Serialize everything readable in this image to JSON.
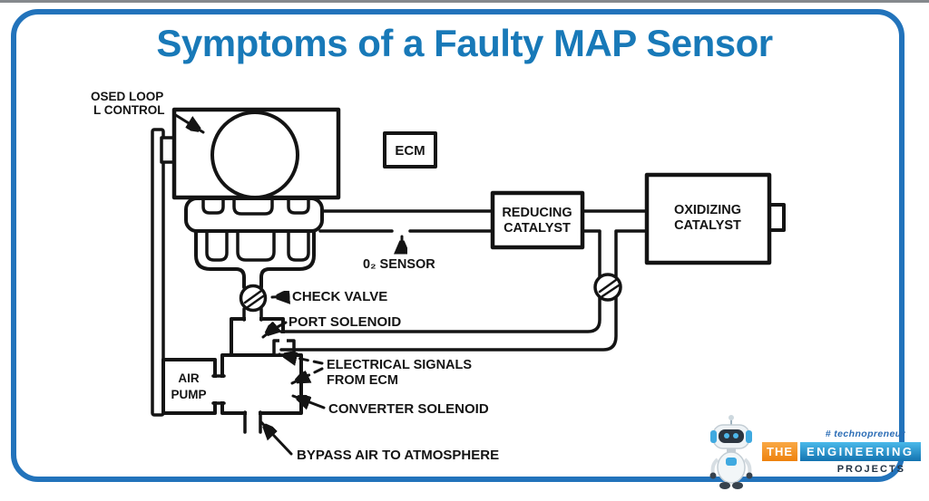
{
  "title": {
    "text": "Symptoms of a Faulty MAP Sensor",
    "color": "#1879b8"
  },
  "frame": {
    "border_color": "#2273bb",
    "background": "#ffffff"
  },
  "diagram": {
    "ink_color": "#141414",
    "labels": {
      "closed_loop_line1": "OSED LOOP",
      "closed_loop_line2": "L CONTROL",
      "ecm": "ECM",
      "o2_sensor": "0₂ SENSOR",
      "reducing_catalyst_line1": "REDUCING",
      "reducing_catalyst_line2": "CATALYST",
      "oxidizing_catalyst_line1": "OXIDIZING",
      "oxidizing_catalyst_line2": "CATALYST",
      "check_valve": "CHECK VALVE",
      "port_solenoid": "PORT SOLENOID",
      "electrical_signals_line1": "ELECTRICAL SIGNALS",
      "electrical_signals_line2": "FROM ECM",
      "converter_solenoid": "CONVERTER SOLENOID",
      "bypass_air": "BYPASS AIR TO ATMOSPHERE",
      "air_pump_line1": "AIR",
      "air_pump_line2": "PUMP"
    }
  },
  "logo": {
    "tagline": "# technopreneur",
    "the": "THE",
    "engineering": "ENGINEERING",
    "projects": "PROJECTS",
    "orange": "#ee820e",
    "blue": "#1373b0",
    "tagline_color": "#2b6db6",
    "projects_color": "#223344",
    "robot_icon": "robot-mascot-icon"
  }
}
